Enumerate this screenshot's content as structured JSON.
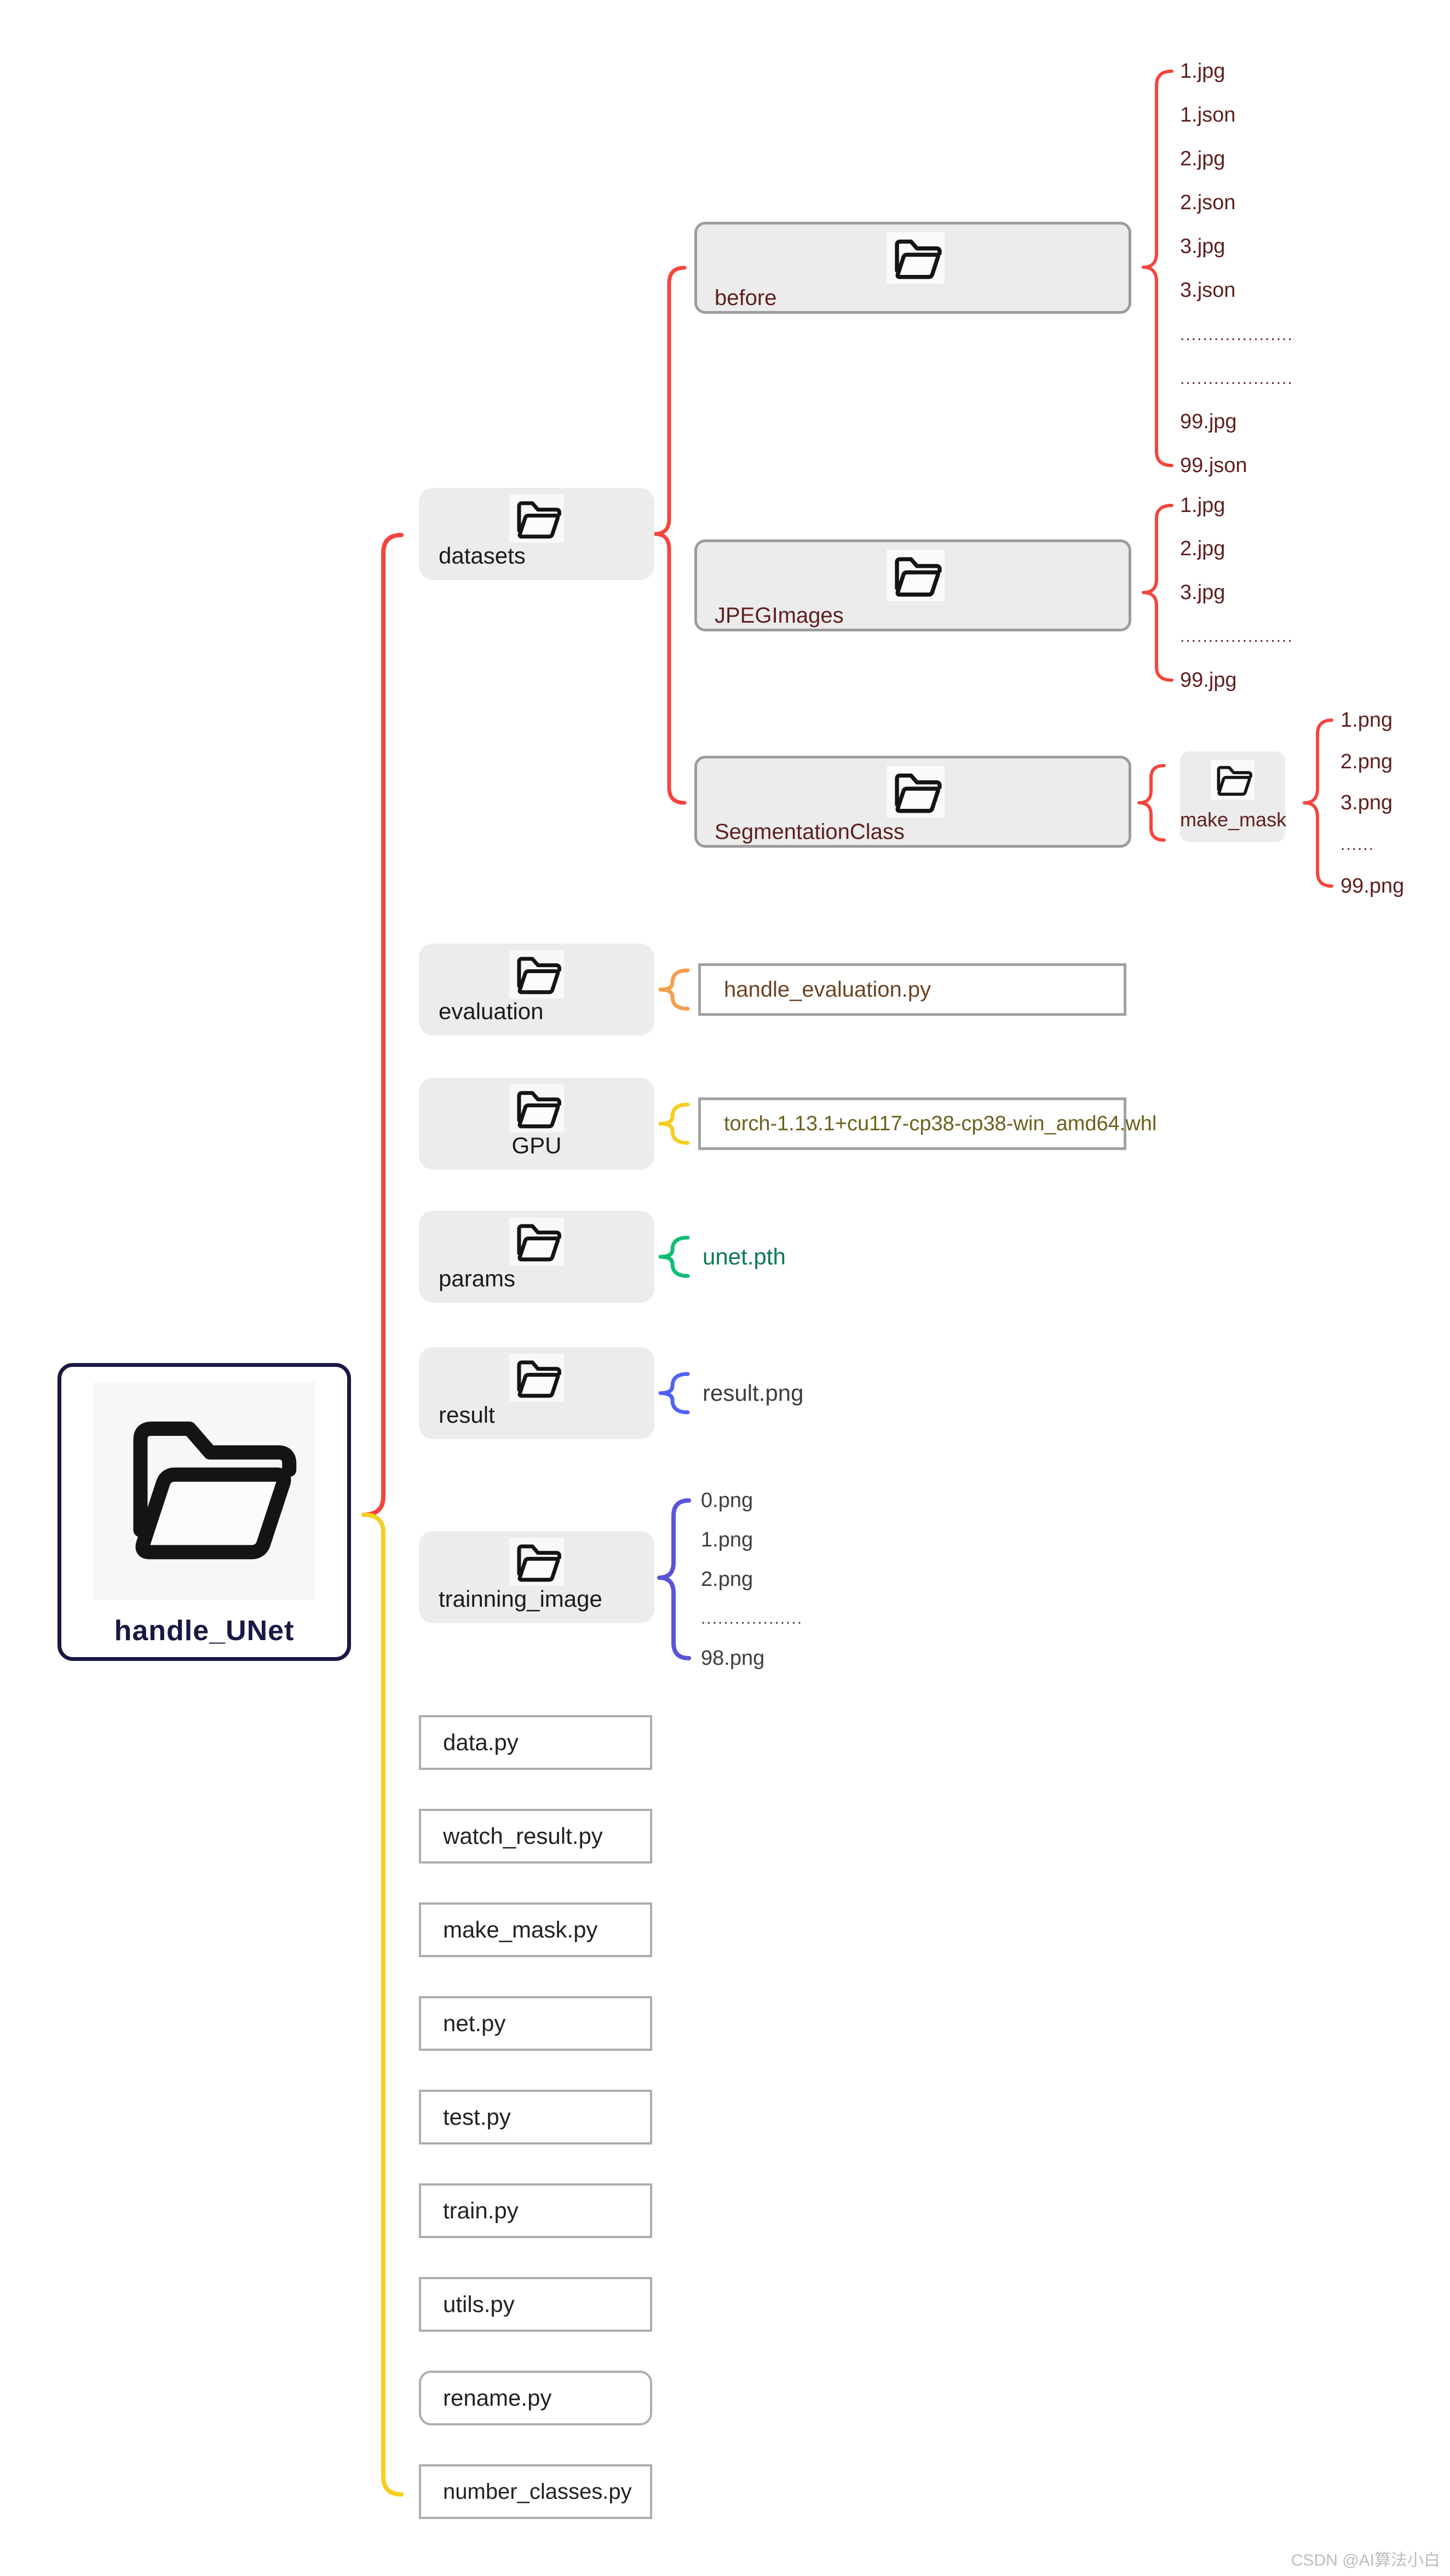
{
  "root": {
    "label": "handle_UNet"
  },
  "branches": {
    "datasets": {
      "label": "datasets",
      "children": {
        "before": {
          "label": "before",
          "files": [
            "1.jpg",
            "1.json",
            "2.jpg",
            "2.json",
            "3.jpg",
            "3.json",
            "....................",
            "....................",
            "99.jpg",
            "99.json"
          ]
        },
        "jpegimages": {
          "label": "JPEGImages",
          "files": [
            "1.jpg",
            "2.jpg",
            "3.jpg",
            "....................",
            "99.jpg"
          ]
        },
        "segmentationclass": {
          "label": "SegmentationClass",
          "make_mask": {
            "label": "make_mask",
            "files": [
              "1.png",
              "2.png",
              "3.png",
              "......",
              "99.png"
            ]
          }
        }
      }
    },
    "evaluation": {
      "label": "evaluation",
      "file": "handle_evaluation.py"
    },
    "gpu": {
      "label": "GPU",
      "file": "torch-1.13.1+cu117-cp38-cp38-win_amd64.whl"
    },
    "params": {
      "label": "params",
      "file": "unet.pth"
    },
    "result": {
      "label": "result",
      "file": "result.png"
    },
    "trainning_image": {
      "label": "trainning_image",
      "files": [
        "0.png",
        "1.png",
        "2.png",
        "..................",
        "98.png"
      ]
    }
  },
  "scripts": [
    "data.py",
    "watch_result.py",
    "make_mask.py",
    "net.py",
    "test.py",
    "train.py",
    "utils.py",
    "rename.py",
    "number_classes.py"
  ],
  "watermark": "CSDN @AI算法小白",
  "colors": {
    "red": "#f4453c",
    "yellow": "#f5ce21",
    "orange": "#f5a04c",
    "green": "#0fbd74",
    "blue": "#4f63f2",
    "indigo": "#5b54d9",
    "navy": "#181843",
    "maroon": "#5e1f1f",
    "brown_file": "#6b4423",
    "olive_file": "#6b611c",
    "green_file": "#0c7a52"
  }
}
